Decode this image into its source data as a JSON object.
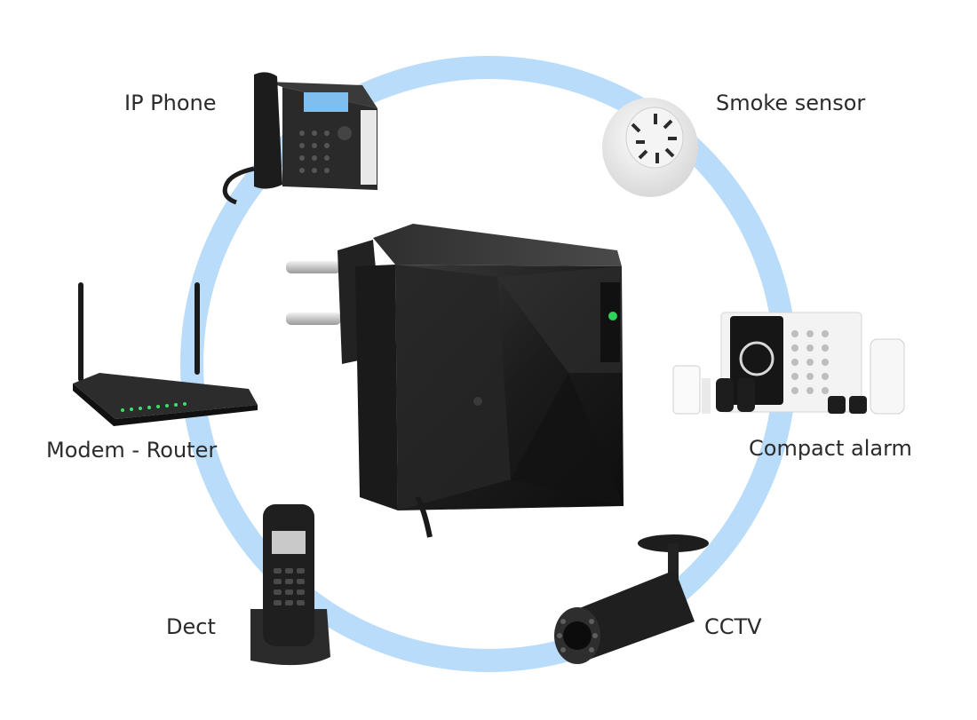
{
  "devices": {
    "ip_phone": "IP Phone",
    "smoke_sensor": "Smoke sensor",
    "modem_router": "Modem - Router",
    "compact_alarm": "Compact alarm",
    "dect": "Dect",
    "cctv": "CCTV"
  },
  "colors": {
    "ring": "#b9dcfa",
    "device_body": "#1b1b1b",
    "label_text": "#2b2b2b"
  },
  "icons": {
    "center": "power-supply-ups-icon",
    "ip_phone": "desk-phone-icon",
    "smoke_sensor": "smoke-detector-icon",
    "modem_router": "wifi-router-icon",
    "compact_alarm": "alarm-keypad-icon",
    "dect": "cordless-phone-icon",
    "cctv": "security-camera-icon"
  }
}
